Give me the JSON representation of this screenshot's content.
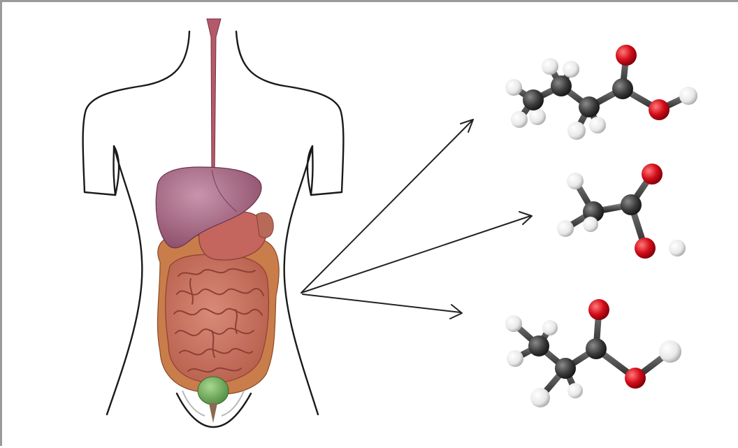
{
  "figure": {
    "colors": {
      "frame": "#9a9a9a",
      "background": "#ffffff",
      "outline": "#1a1a1a",
      "esophagus": "#b35a6a",
      "liver": "#a05a78",
      "stomach": "#c4665e",
      "intestine": "#c9705e",
      "intestine_fold": "#8e3f36",
      "colon": "#c97d4a",
      "bladder": "#6aa55a",
      "arrow": "#222222",
      "carbon_atom": "#3a3a3a",
      "oxygen_atom": "#d40d1a",
      "hydrogen_atom": "#e8e8e8",
      "bond": "#4a4a4a"
    },
    "body": {
      "organs": [
        "esophagus",
        "liver",
        "stomach",
        "small-intestine",
        "large-intestine",
        "bladder"
      ]
    },
    "arrows": [
      {
        "target": "top-molecule"
      },
      {
        "target": "middle-molecule"
      },
      {
        "target": "bottom-molecule"
      }
    ],
    "molecules": [
      {
        "position": "top",
        "carbon_atoms": 4,
        "oxygen_atoms": 2
      },
      {
        "position": "middle",
        "carbon_atoms": 2,
        "oxygen_atoms": 2
      },
      {
        "position": "bottom",
        "carbon_atoms": 3,
        "oxygen_atoms": 2
      }
    ]
  }
}
